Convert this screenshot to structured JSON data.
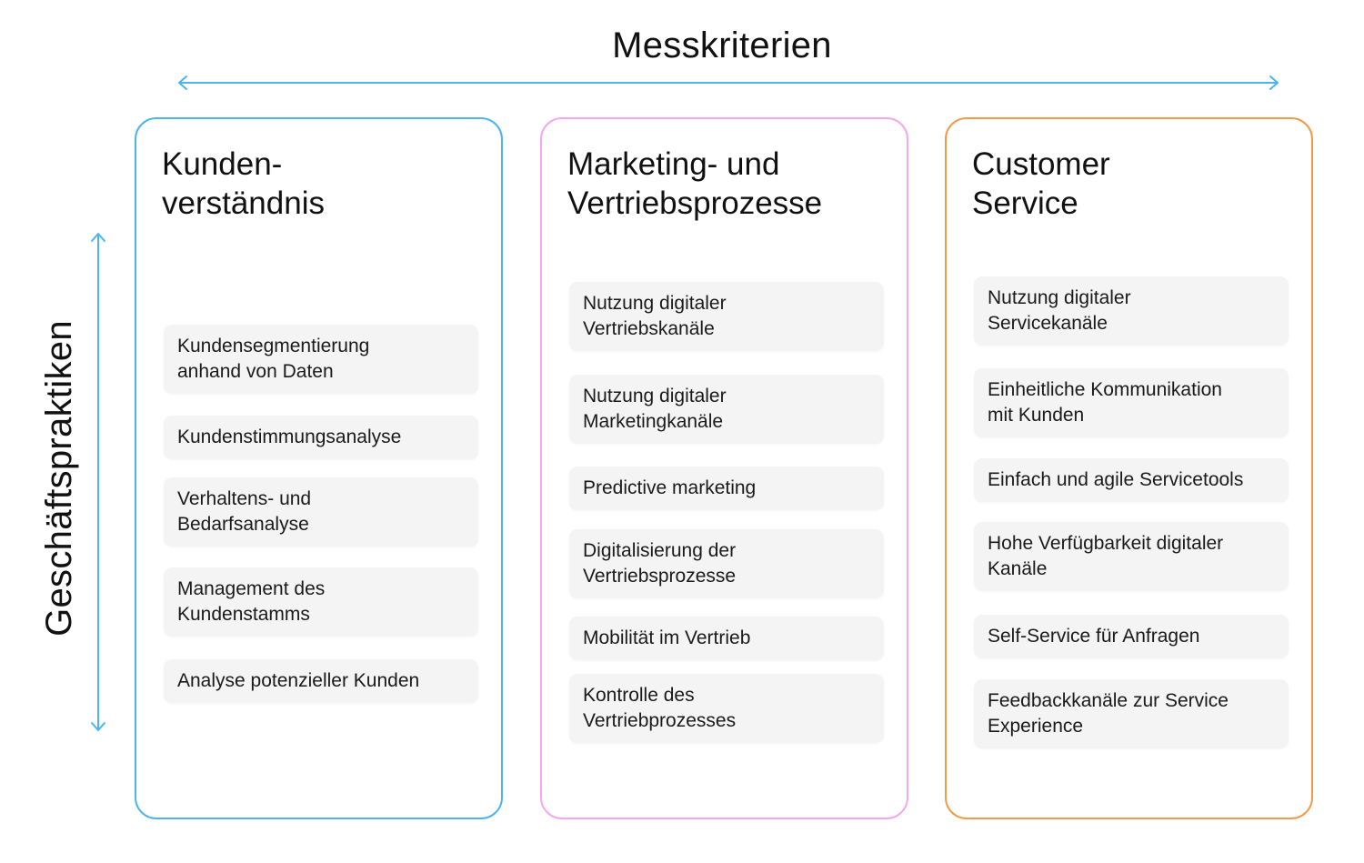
{
  "header": {
    "title": "Messkriterien"
  },
  "side": {
    "label": "Geschäftspraktiken"
  },
  "colors": {
    "blue": "#4db4f0",
    "pink": "#f4a6ef",
    "orange": "#f39a4a",
    "item_bg": "#f4f4f4"
  },
  "columns": [
    {
      "title": "Kunden-\nverständnis",
      "items": [
        "Kundensegmentierung\nanhand von Daten",
        "Kundenstimmungsanalyse",
        "Verhaltens- und\nBedarfsanalyse",
        "Management des\nKundenstamms",
        "Analyse potenzieller Kunden"
      ]
    },
    {
      "title": "Marketing- und\nVertriebsprozesse",
      "items": [
        "Nutzung digitaler\nVertriebskanäle",
        "Nutzung digitaler\nMarketingkanäle",
        "Predictive marketing",
        "Digitalisierung der\nVertriebsprozesse",
        "Mobilität im Vertrieb",
        "Kontrolle des\nVertriebprozesses"
      ]
    },
    {
      "title": "Customer\nService",
      "items": [
        "Nutzung digitaler\nServicekanäle",
        "Einheitliche Kommunikation\nmit Kunden",
        "Einfach und agile Servicetools",
        "Hohe Verfügbarkeit digitaler\nKanäle",
        "Self-Service für Anfragen",
        "Feedbackkanäle zur Service\nExperience"
      ]
    }
  ]
}
